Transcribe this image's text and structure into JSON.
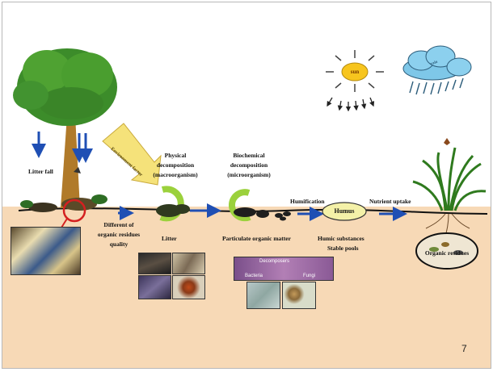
{
  "labels": {
    "litter_fall": "Litter fall",
    "environment_factor": "Environment factor",
    "physical_decomp": [
      "Physical",
      "decomposition",
      "(macroorganism)"
    ],
    "biochemical_decomp": [
      "Biochemical",
      "decomposition",
      "(microorganism)"
    ],
    "humification": "Humification",
    "nutrient_uptake": "Nutrient uptake",
    "humus": "Humus",
    "sun": "sun",
    "rain": "rain",
    "different_residues": [
      "Different of",
      "organic residues",
      "quality"
    ],
    "litter": "Litter",
    "particulate": "Particulate organic matter",
    "humic": "Humic substances",
    "stable_pools": "Stable pools",
    "organic_residues": "Organic residues",
    "decomposers": "Decomposers",
    "bacteria": "Bacteria",
    "fungi": "Fungi"
  },
  "page_number": "7"
}
